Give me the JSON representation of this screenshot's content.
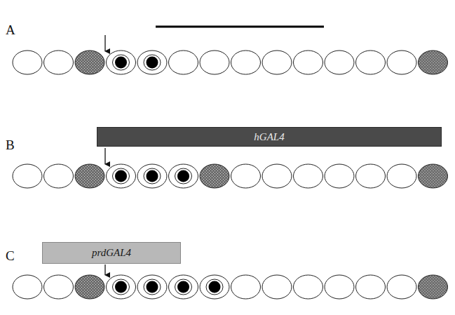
{
  "diagram": {
    "nodes": [
      {
        "text": [
          "hGAL4"
        ]
      },
      {
        "text": [
          "prdGAL4"
        ]
      }
    ],
    "labels": [
      "A",
      "B",
      "C"
    ]
  }
}
